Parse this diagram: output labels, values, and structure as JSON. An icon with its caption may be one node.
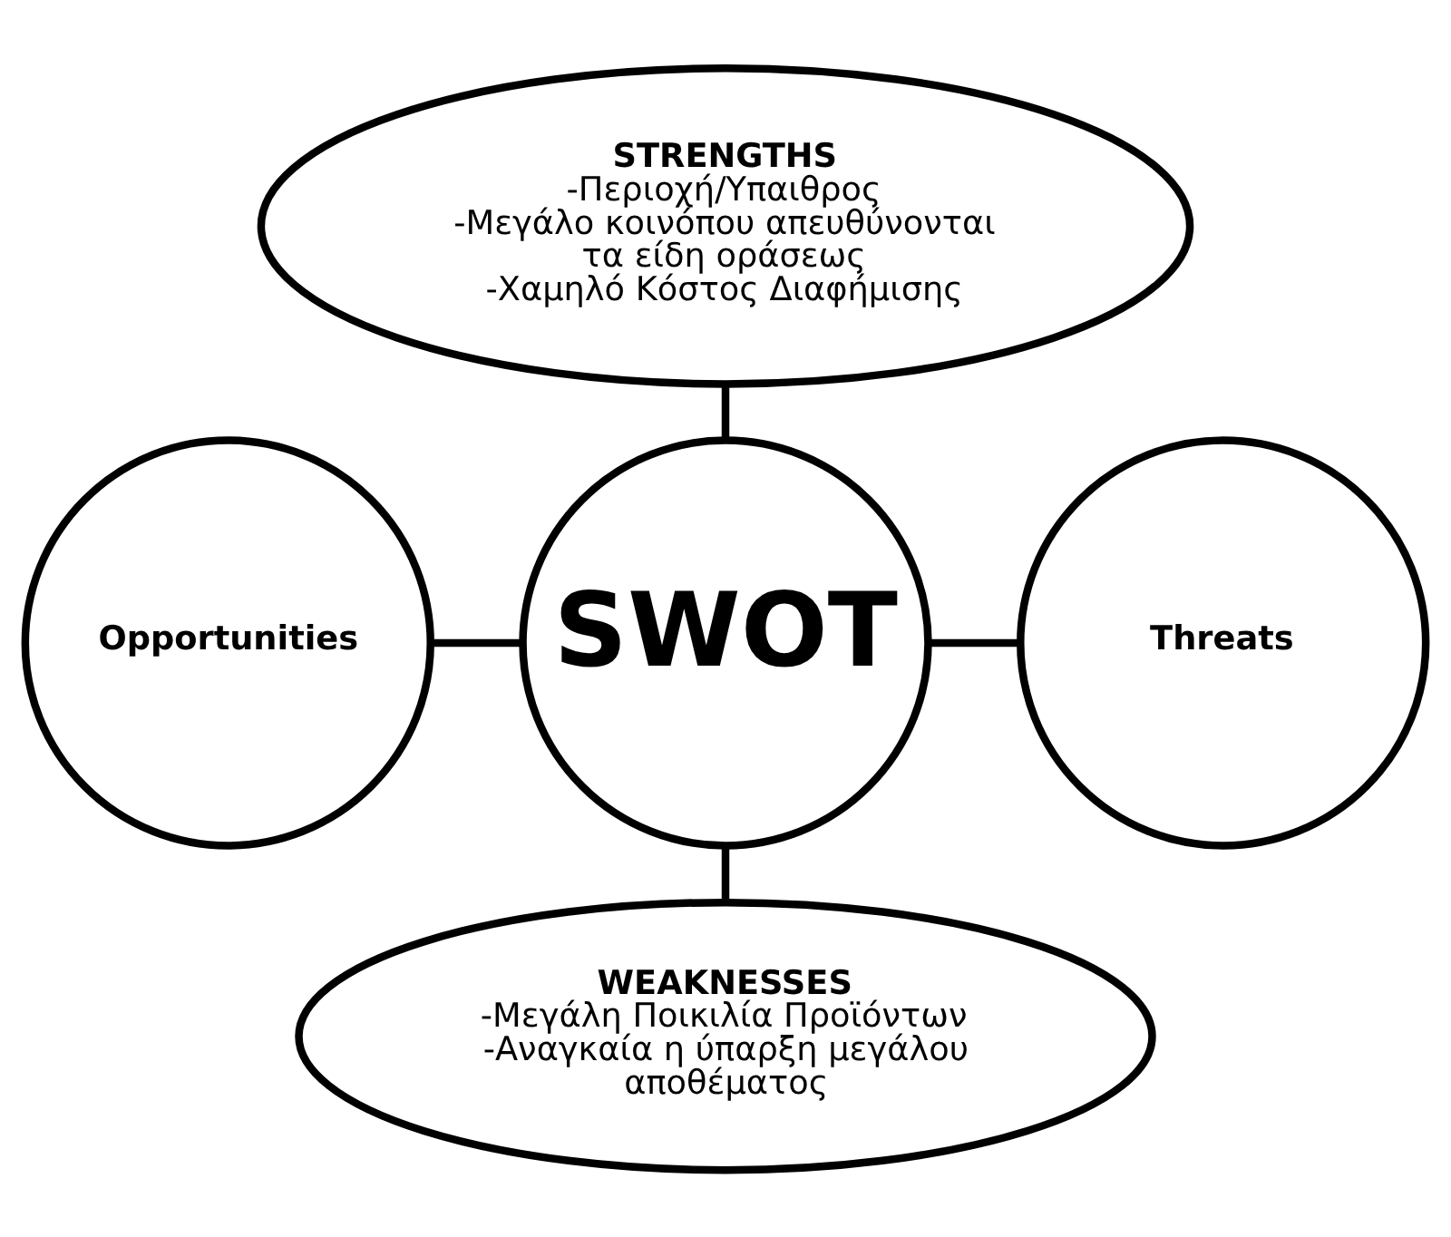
{
  "diagram": {
    "nodes": [
      {
        "text": [
          "STRENGTHS",
          "-Περιοχή/Υπαιθρος",
          "-Μεγάλο κοινόπου απευθύνονται τα είδη οράσεως",
          "-Χαμηλό Κόστος Διαφήμισης"
        ]
      },
      {
        "text": [
          "Opportunities"
        ]
      },
      {
        "text": [
          "SWOT"
        ]
      },
      {
        "text": [
          "Threats"
        ]
      },
      {
        "text": [
          "WEAKNESSES",
          "-Μεγάλη Ποικιλία Προϊόντων",
          "-Αναγκαία η ύπαρξη μεγάλου αποθέματος"
        ]
      }
    ],
    "edges": [
      {
        "from": 0,
        "to": 2,
        "arrow": "none"
      },
      {
        "from": 1,
        "to": 2,
        "arrow": "none"
      },
      {
        "from": 2,
        "to": 3,
        "arrow": "none"
      },
      {
        "from": 2,
        "to": 4,
        "arrow": "none"
      }
    ]
  }
}
